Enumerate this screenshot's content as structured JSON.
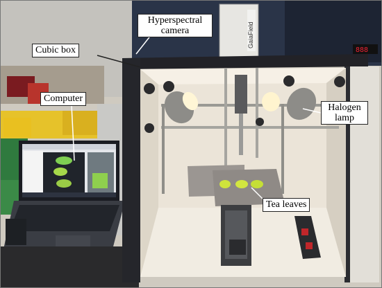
{
  "labels": {
    "hyperspectral_camera": {
      "line1": "Hyperspectral",
      "line2": "camera"
    },
    "cubic_box": "Cubic box",
    "computer": "Computer",
    "halogen_lamp": {
      "line1": "Halogen",
      "line2": "lamp"
    },
    "tea_leaves": "Tea leaves"
  },
  "camera_brand": "GaiaField",
  "colors": {
    "label_background": "#ffffff",
    "label_text": "#000000",
    "leader_line": "#ffffff",
    "box_frame": "#1e1e22",
    "box_interior": "#ece6da",
    "leaf_green": "#c9e23a"
  }
}
